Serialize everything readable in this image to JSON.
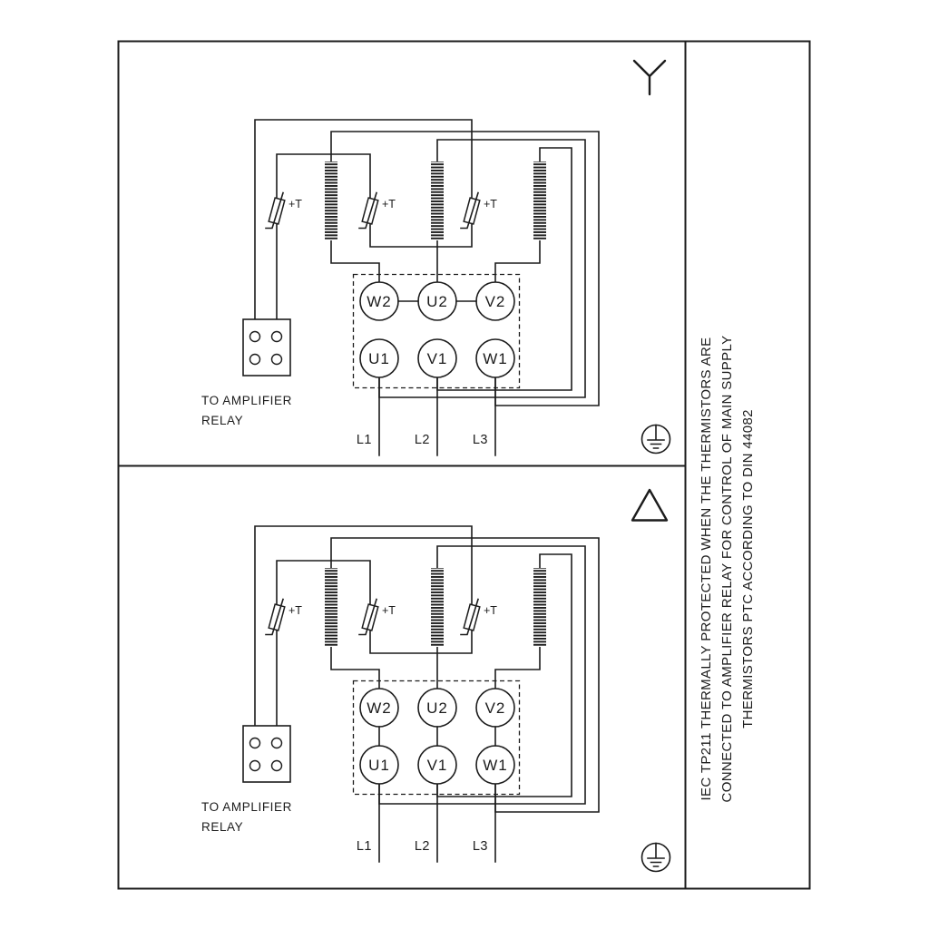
{
  "terminal_labels": {
    "top_row": [
      "W2",
      "U2",
      "V2"
    ],
    "bottom_row": [
      "U1",
      "V1",
      "W1"
    ]
  },
  "supply_labels": [
    "L1",
    "L2",
    "L3"
  ],
  "thermistor_label": "+T",
  "relay_caption": {
    "line1": "TO AMPLIFIER",
    "line2": "RELAY"
  },
  "side_note": {
    "line1": "IEC TP211 THERMALLY PROTECTED WHEN THE THERMISTORS ARE",
    "line2": "CONNECTED TO AMPLIFIER RELAY FOR CONTROL OF MAIN SUPPLY",
    "line3": "THERMISTORS PTC ACCORDING TO DIN 44082"
  },
  "connection_symbols": {
    "top_panel": "star",
    "bottom_panel": "delta"
  },
  "colors": {
    "line": "#1c1c1c",
    "background": "#ffffff"
  }
}
